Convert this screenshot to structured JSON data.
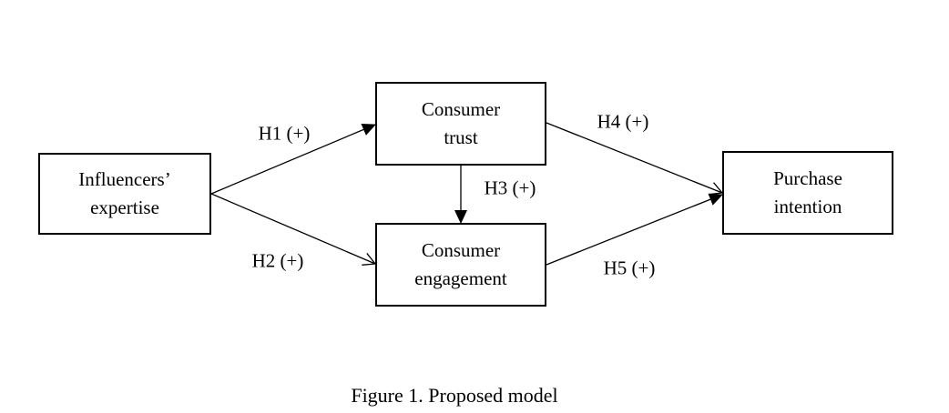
{
  "figure": {
    "caption": "Figure 1. Proposed model"
  },
  "diagram": {
    "nodes": [
      {
        "id": "influencers-expertise",
        "lines": [
          "Influencers’",
          "expertise"
        ]
      },
      {
        "id": "consumer-trust",
        "lines": [
          "Consumer",
          "trust"
        ]
      },
      {
        "id": "consumer-engagement",
        "lines": [
          "Consumer",
          "engagement"
        ]
      },
      {
        "id": "purchase-intention",
        "lines": [
          "Purchase",
          "intention"
        ]
      }
    ],
    "edges": [
      {
        "id": "H1",
        "label": "H1 (+)",
        "from": "influencers-expertise",
        "to": "consumer-trust"
      },
      {
        "id": "H2",
        "label": "H2 (+)",
        "from": "influencers-expertise",
        "to": "consumer-engagement"
      },
      {
        "id": "H3",
        "label": "H3 (+)",
        "from": "consumer-trust",
        "to": "consumer-engagement"
      },
      {
        "id": "H4",
        "label": "H4 (+)",
        "from": "consumer-trust",
        "to": "purchase-intention"
      },
      {
        "id": "H5",
        "label": "H5 (+)",
        "from": "consumer-engagement",
        "to": "purchase-intention"
      }
    ]
  },
  "colors": {
    "background": "#ffffff",
    "line": "#000000",
    "text": "#000000"
  }
}
